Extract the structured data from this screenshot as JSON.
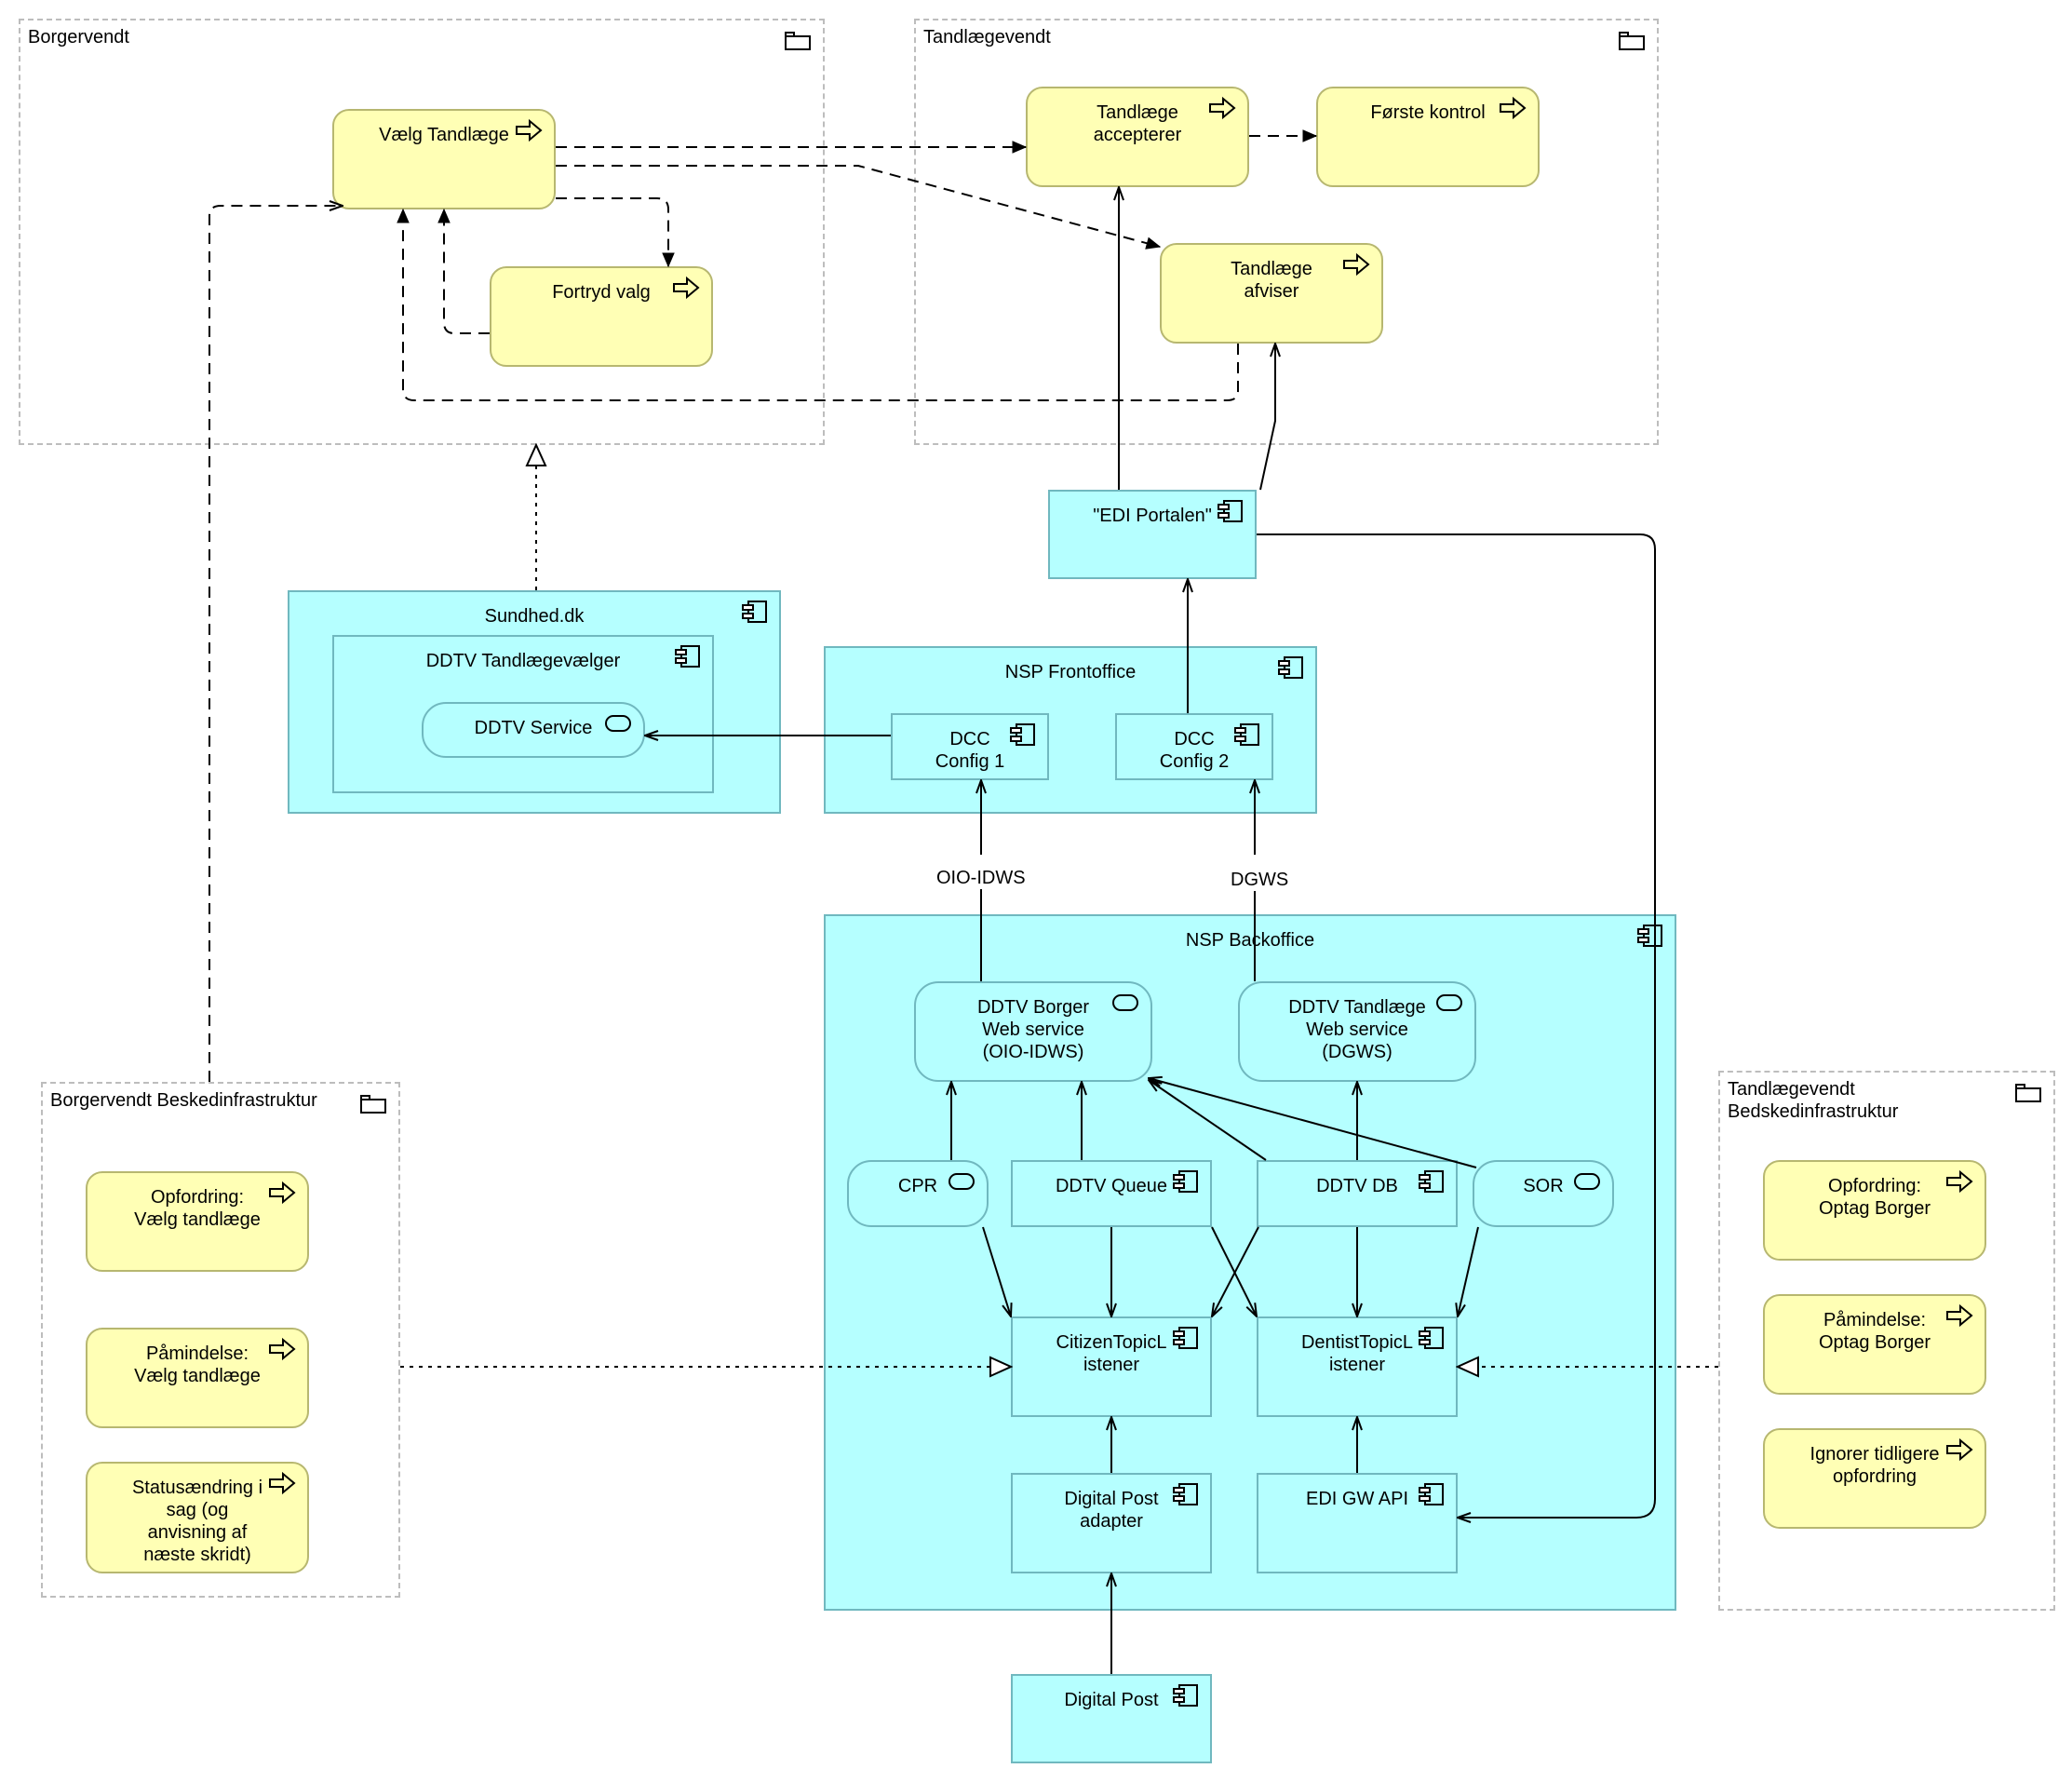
{
  "groups": {
    "borgervendt": "Borgervendt",
    "tandlaegevendt": "Tandlægevendt",
    "borger_besked": "Borgervendt Beskedinfrastruktur",
    "tandlaege_besked": "Tandlægevendt\nBedskedinfrastruktur"
  },
  "processes": {
    "vaelg_tandlaege": "Vælg Tandlæge",
    "fortryd_valg": "Fortryd valg",
    "tandlaege_accepterer": "Tandlæge\naccepterer",
    "forste_kontrol": "Første kontrol",
    "tandlaege_afviser": "Tandlæge\nafviser",
    "opfordring_vaelg": "Opfordring:\nVælg tandlæge",
    "paamindelse_vaelg": "Påmindelse:\nVælg tandlæge",
    "statusaendring": "Statusændring i\nsag (og\nanvisning af\nnæste skridt)",
    "opfordring_optag": "Opfordring:\nOptag Borger",
    "paamindelse_optag": "Påmindelse:\nOptag Borger",
    "ignorer": "Ignorer tidligere\nopfordring"
  },
  "components": {
    "edi_portalen": "\"EDI Portalen\"",
    "sundhed_dk": "Sundhed.dk",
    "ddtv_tandlaegevaelger": "DDTV Tandlægevælger",
    "ddtv_service": "DDTV Service",
    "nsp_frontoffice": "NSP Frontoffice",
    "dcc_config_1": "DCC\nConfig 1",
    "dcc_config_2": "DCC\nConfig 2",
    "nsp_backoffice": "NSP Backoffice",
    "ddtv_borger_ws": "DDTV Borger\nWeb service\n(OIO-IDWS)",
    "ddtv_tandlaege_ws": "DDTV Tandlæge\nWeb service\n(DGWS)",
    "cpr": "CPR",
    "ddtv_queue": "DDTV Queue",
    "ddtv_db": "DDTV DB",
    "sor": "SOR",
    "citizen_listener": "CitizenTopicL\nistener",
    "dentist_listener": "DentistTopicL\nistener",
    "digital_post_adapter": "Digital Post\nadapter",
    "edi_gw_api": "EDI GW API",
    "digital_post": "Digital Post"
  },
  "edge_labels": {
    "oio_idws": "OIO-IDWS",
    "dgws": "DGWS"
  },
  "colors": {
    "application": "#b5ffff",
    "application_border": "#70b8bf",
    "business": "#ffffb5",
    "business_border": "#b7b770",
    "group_border": "#bdbdbd"
  }
}
